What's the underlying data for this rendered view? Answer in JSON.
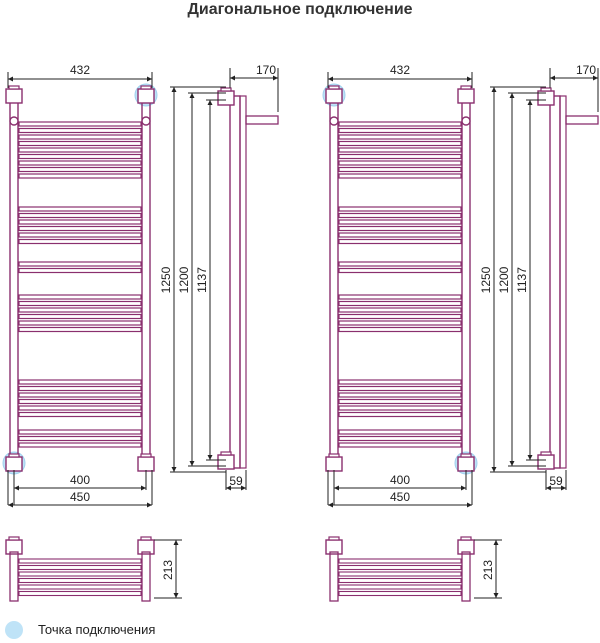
{
  "title": "Диагональное подключение",
  "legend": {
    "label": "Точка подключения",
    "color": "#bfe3f7"
  },
  "colors": {
    "rail": "#8a2f6e",
    "dim": "#222222",
    "highlight": "#bfe3f7"
  },
  "variants": [
    {
      "width_top": "432",
      "depth": "170",
      "height_total": "1250",
      "height_1200": "1200",
      "height_1137": "1137",
      "offset": "59",
      "center_dist": "400",
      "width_bottom": "450",
      "side_depth": "213"
    },
    {
      "width_top": "432",
      "depth": "170",
      "height_total": "1250",
      "height_1200": "1200",
      "height_1137": "1137",
      "offset": "59",
      "center_dist": "400",
      "width_bottom": "450",
      "side_depth": "213"
    }
  ]
}
